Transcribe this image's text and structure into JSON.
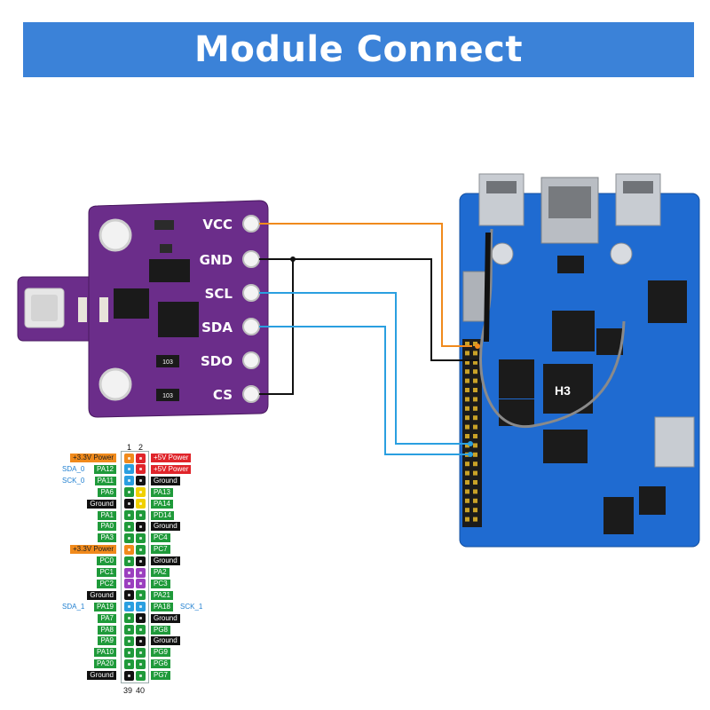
{
  "banner": {
    "title": "Module Connect"
  },
  "module": {
    "pins": [
      "VCC",
      "GND",
      "SCL",
      "SDA",
      "SDO",
      "CS"
    ],
    "chip_labels": [
      "103",
      "103"
    ]
  },
  "board": {
    "chip_label": "H3"
  },
  "colors": {
    "banner": "#3b82d8",
    "module_pcb": "#6b2d8a",
    "board_pcb": "#1f6bd1",
    "wire_vcc": "#f08a1c",
    "wire_gnd": "#111111",
    "wire_signal": "#2a9fe0"
  },
  "header": {
    "top_numbers": [
      "1",
      "2"
    ],
    "bottom_numbers": [
      "39",
      "40"
    ],
    "rows": [
      {
        "left": "+3.3V Power",
        "left_type": "power33",
        "left_pin": "#f08a1c",
        "right_pin": "#e0242a",
        "right": "+5V Power",
        "right_type": "power5",
        "left_side": "",
        "right_side": ""
      },
      {
        "left": "PA12",
        "left_type": "i2c",
        "left_pin": "#2a9fe0",
        "right_pin": "#e0242a",
        "right": "+5V Power",
        "right_type": "power5",
        "left_side": "SDA_0",
        "right_side": ""
      },
      {
        "left": "PA11",
        "left_type": "i2c",
        "left_pin": "#2a9fe0",
        "right_pin": "#111111",
        "right": "Ground",
        "right_type": "ground",
        "left_side": "SCK_0",
        "right_side": ""
      },
      {
        "left": "PA6",
        "left_type": "gpio",
        "left_pin": "#1f9a3a",
        "right_pin": "#f0d000",
        "right": "PA13",
        "right_type": "gpio",
        "left_side": "",
        "right_side": ""
      },
      {
        "left": "Ground",
        "left_type": "ground",
        "left_pin": "#111111",
        "right_pin": "#f0d000",
        "right": "PA14",
        "right_type": "gpio",
        "left_side": "",
        "right_side": ""
      },
      {
        "left": "PA1",
        "left_type": "gpio",
        "left_pin": "#1f9a3a",
        "right_pin": "#1f9a3a",
        "right": "PD14",
        "right_type": "gpio",
        "left_side": "",
        "right_side": ""
      },
      {
        "left": "PA0",
        "left_type": "gpio",
        "left_pin": "#1f9a3a",
        "right_pin": "#111111",
        "right": "Ground",
        "right_type": "ground",
        "left_side": "",
        "right_side": ""
      },
      {
        "left": "PA3",
        "left_type": "gpio",
        "left_pin": "#1f9a3a",
        "right_pin": "#1f9a3a",
        "right": "PC4",
        "right_type": "gpio",
        "left_side": "",
        "right_side": ""
      },
      {
        "left": "+3.3V Power",
        "left_type": "power33",
        "left_pin": "#f08a1c",
        "right_pin": "#1f9a3a",
        "right": "PC7",
        "right_type": "gpio",
        "left_side": "",
        "right_side": ""
      },
      {
        "left": "PC0",
        "left_type": "gpio",
        "left_pin": "#1f9a3a",
        "right_pin": "#111111",
        "right": "Ground",
        "right_type": "ground",
        "left_side": "",
        "right_side": ""
      },
      {
        "left": "PC1",
        "left_type": "gpio",
        "left_pin": "#9b3fbf",
        "right_pin": "#9b3fbf",
        "right": "PA2",
        "right_type": "gpio",
        "left_side": "",
        "right_side": ""
      },
      {
        "left": "PC2",
        "left_type": "gpio",
        "left_pin": "#9b3fbf",
        "right_pin": "#9b3fbf",
        "right": "PC3",
        "right_type": "gpio",
        "left_side": "",
        "right_side": ""
      },
      {
        "left": "Ground",
        "left_type": "ground",
        "left_pin": "#111111",
        "right_pin": "#1f9a3a",
        "right": "PA21",
        "right_type": "gpio",
        "left_side": "",
        "right_side": ""
      },
      {
        "left": "PA19",
        "left_type": "i2c",
        "left_pin": "#2a9fe0",
        "right_pin": "#2a9fe0",
        "right": "PA18",
        "right_type": "i2c",
        "left_side": "SDA_1",
        "right_side": "SCK_1"
      },
      {
        "left": "PA7",
        "left_type": "gpio",
        "left_pin": "#1f9a3a",
        "right_pin": "#111111",
        "right": "Ground",
        "right_type": "ground",
        "left_side": "",
        "right_side": ""
      },
      {
        "left": "PA8",
        "left_type": "gpio",
        "left_pin": "#1f9a3a",
        "right_pin": "#1f9a3a",
        "right": "PG8",
        "right_type": "gpio",
        "left_side": "",
        "right_side": ""
      },
      {
        "left": "PA9",
        "left_type": "gpio",
        "left_pin": "#1f9a3a",
        "right_pin": "#111111",
        "right": "Ground",
        "right_type": "ground",
        "left_side": "",
        "right_side": ""
      },
      {
        "left": "PA10",
        "left_type": "gpio",
        "left_pin": "#1f9a3a",
        "right_pin": "#1f9a3a",
        "right": "PG9",
        "right_type": "gpio",
        "left_side": "",
        "right_side": ""
      },
      {
        "left": "PA20",
        "left_type": "gpio",
        "left_pin": "#1f9a3a",
        "right_pin": "#1f9a3a",
        "right": "PG6",
        "right_type": "gpio",
        "left_side": "",
        "right_side": ""
      },
      {
        "left": "Ground",
        "left_type": "ground",
        "left_pin": "#111111",
        "right_pin": "#1f9a3a",
        "right": "PG7",
        "right_type": "gpio",
        "left_side": "",
        "right_side": ""
      }
    ]
  }
}
